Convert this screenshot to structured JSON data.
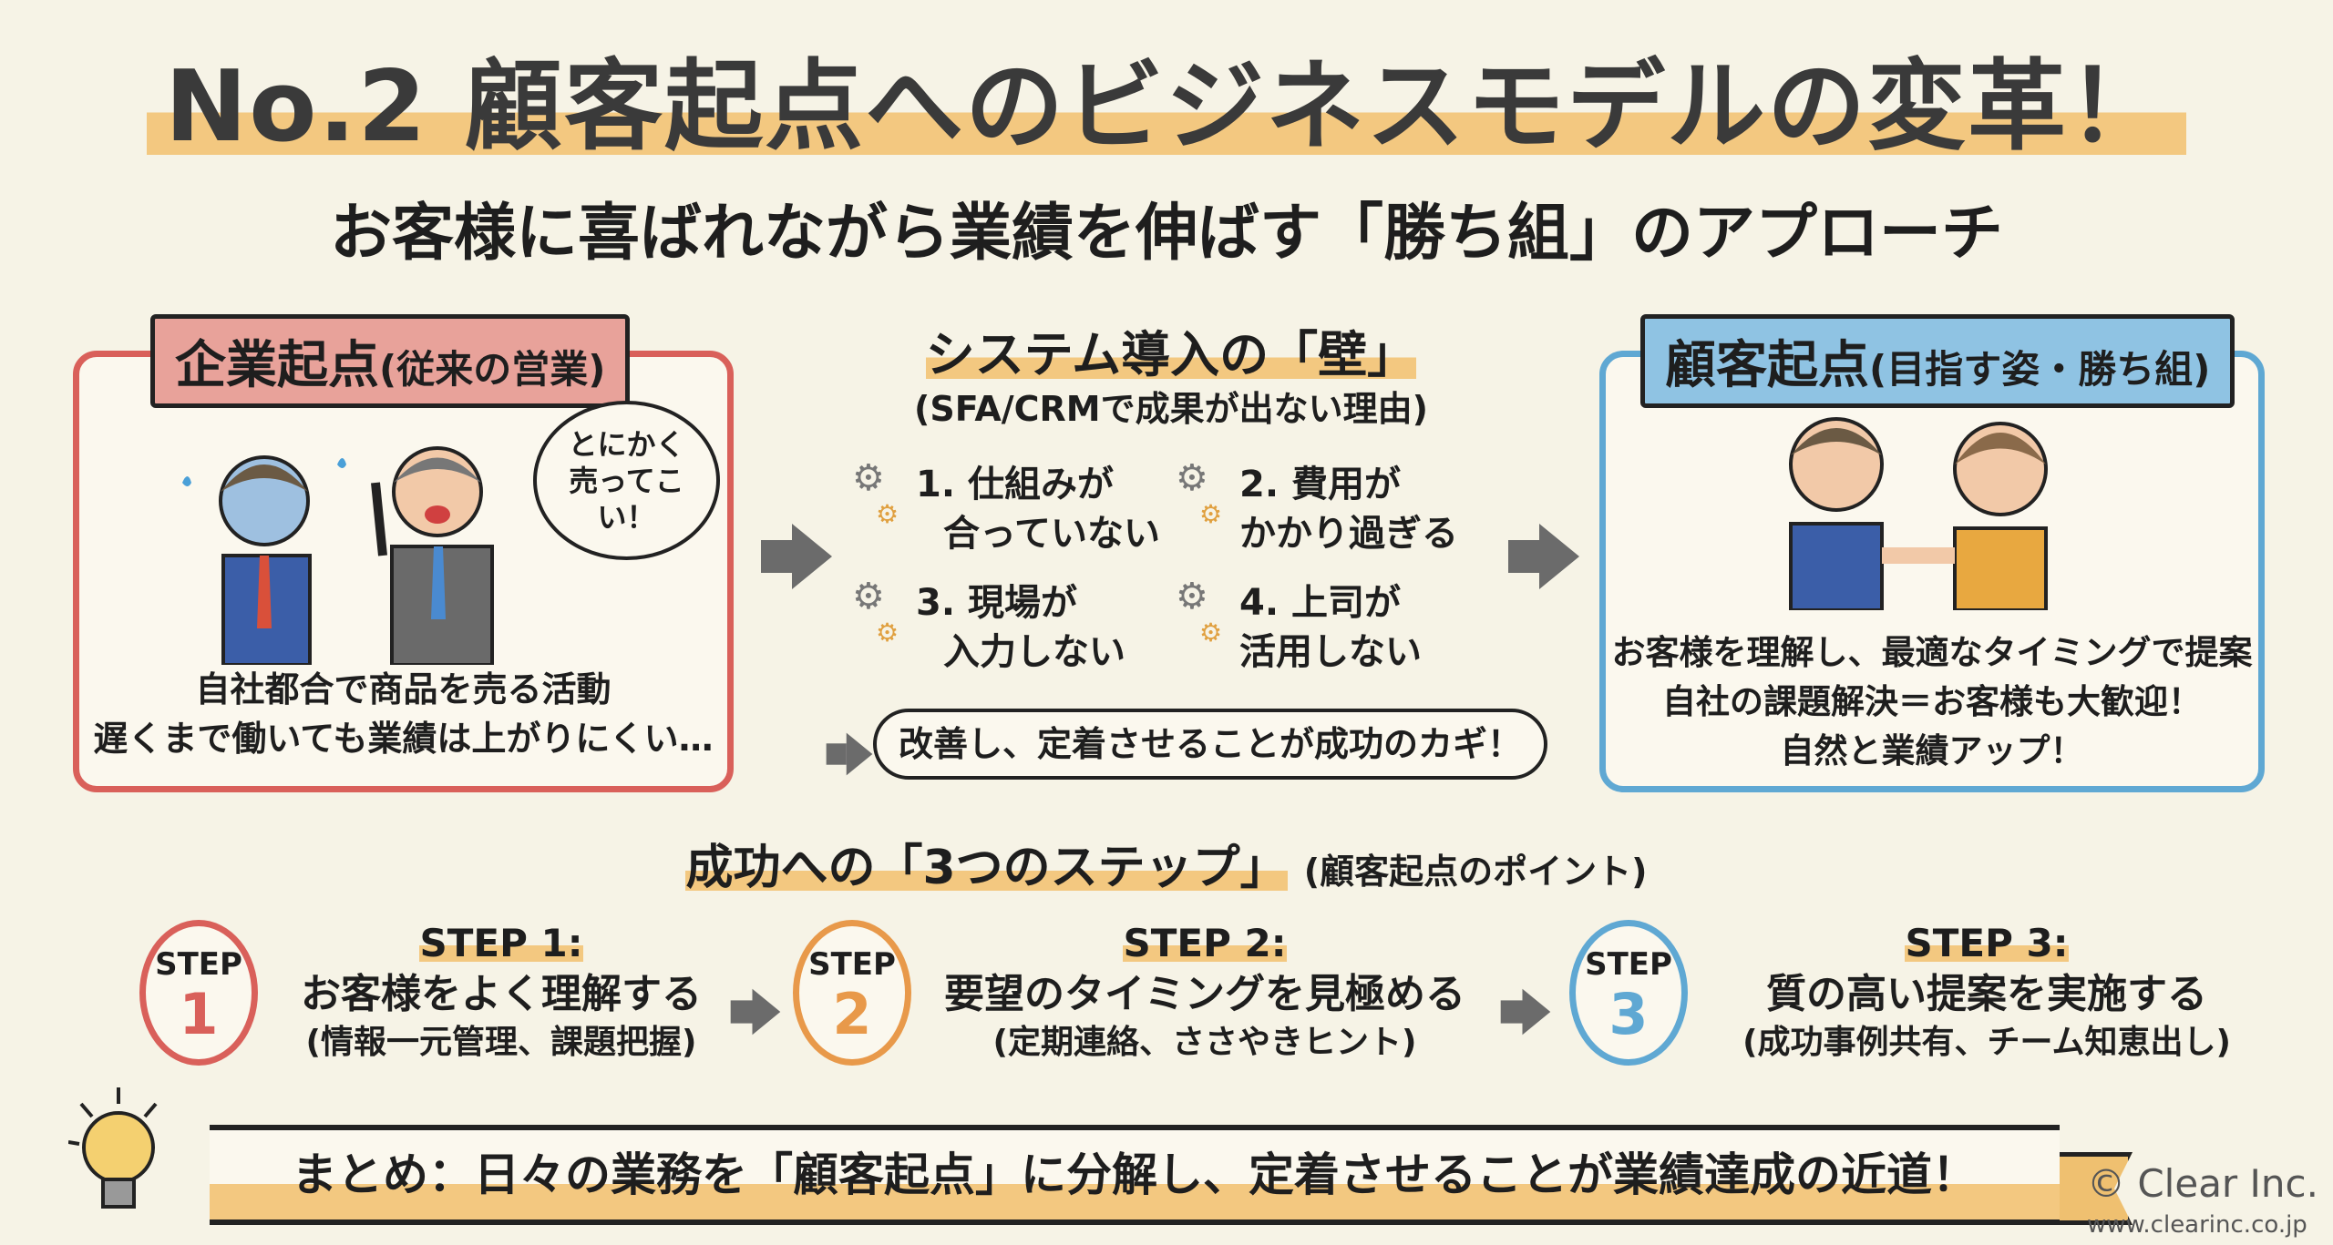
{
  "title": "No.2 顧客起点へのビジネスモデルの変革！",
  "subtitle": "お客様に喜ばれながら業績を伸ばす「勝ち組」のアプローチ",
  "left": {
    "label": "企業起点",
    "label_sub": "(従来の営業)",
    "speech": "とにかく売ってこい！",
    "caption1": "自社都合で商品を売る活動",
    "caption2": "遅くまで働いても業績は上がりにくい…"
  },
  "middle": {
    "title": "システム導入の「壁」",
    "subtitle": "(SFA/CRMで成果が出ない理由)",
    "items": [
      {
        "l1": "1. 仕組みが",
        "l2": "合っていない"
      },
      {
        "l1": "2. 費用が",
        "l2": "かかり過ぎる"
      },
      {
        "l1": "3. 現場が",
        "l2": "入力しない"
      },
      {
        "l1": "4. 上司が",
        "l2": "活用しない"
      }
    ],
    "key": "改善し、定着させることが成功のカギ！"
  },
  "right": {
    "label": "顧客起点",
    "label_sub": "(目指す姿・勝ち組)",
    "caption1": "お客様を理解し、最適なタイミングで提案",
    "caption2": "自社の課題解決＝お客様も大歓迎！",
    "caption3": "自然と業績アップ！"
  },
  "steps": {
    "title": "成功への「3つのステップ」",
    "title_sub": "(顧客起点のポイント)",
    "items": [
      {
        "badge": "STEP",
        "num": "1",
        "head": "STEP 1:",
        "main": "お客様をよく理解する",
        "detail": "(情報一元管理、課題把握)",
        "color": "#d9605a"
      },
      {
        "badge": "STEP",
        "num": "2",
        "head": "STEP 2:",
        "main": "要望のタイミングを見極める",
        "detail": "(定期連絡、ささやきヒント)",
        "color": "#e8994a"
      },
      {
        "badge": "STEP",
        "num": "3",
        "head": "STEP 3:",
        "main": "質の高い提案を実施する",
        "detail": "(成功事例共有、チーム知恵出し)",
        "color": "#5fa8d3"
      }
    ]
  },
  "summary": "まとめ：日々の業務を「顧客起点」に分解し、定着させることが業績達成の近道！",
  "logo": {
    "name": "Clear Inc.",
    "url": "www.clearinc.co.jp"
  }
}
